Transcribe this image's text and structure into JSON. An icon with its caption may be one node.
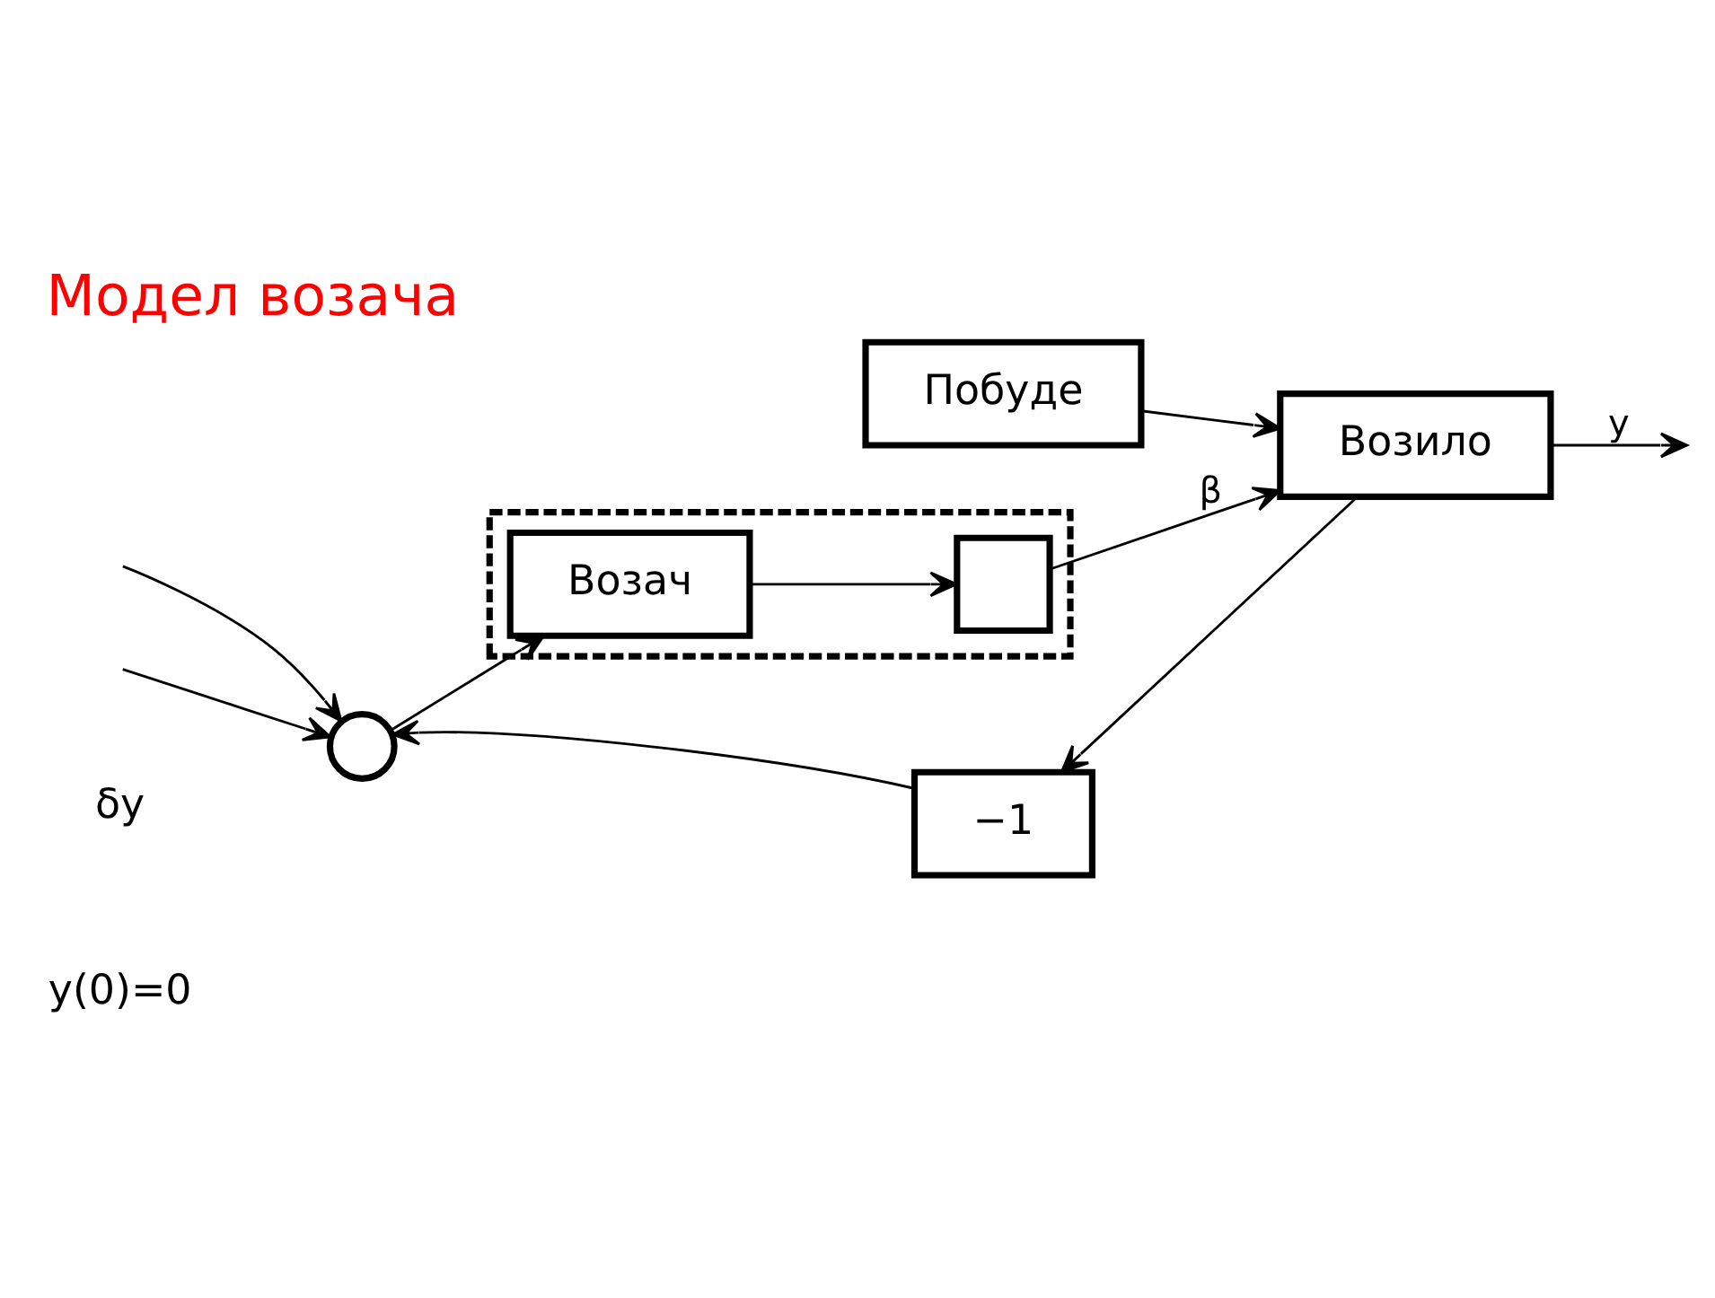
{
  "diagram": {
    "title": "Модел возача",
    "nodes": [
      {
        "text": [],
        "shape": "circle"
      },
      {
        "text": [],
        "shape": "box"
      },
      {
        "text": [
          "Возач"
        ],
        "in": 1
      },
      {
        "text": [],
        "shape": "box",
        "in": 1
      },
      {
        "text": [
          "Побуде"
        ]
      },
      {
        "text": [
          "Возило"
        ]
      },
      {
        "text": [
          "−1"
        ]
      }
    ],
    "edges": [
      {
        "from": null,
        "to": 0,
        "arrow": "to"
      },
      {
        "from": null,
        "to": 0,
        "arrow": "to"
      },
      {
        "from": 0,
        "to": 2,
        "arrow": "to"
      },
      {
        "from": 2,
        "to": 3,
        "arrow": "to"
      },
      {
        "from": 3,
        "to": 5,
        "arrow": "to",
        "label": "β"
      },
      {
        "from": 4,
        "to": 5,
        "arrow": "to"
      },
      {
        "from": 5,
        "to": null,
        "arrow": "to",
        "label": "y"
      },
      {
        "from": 5,
        "to": 6,
        "arrow": "to"
      },
      {
        "from": 6,
        "to": 0,
        "arrow": "to"
      }
    ],
    "labels": [
      "δy",
      "y(0)=0"
    ]
  }
}
